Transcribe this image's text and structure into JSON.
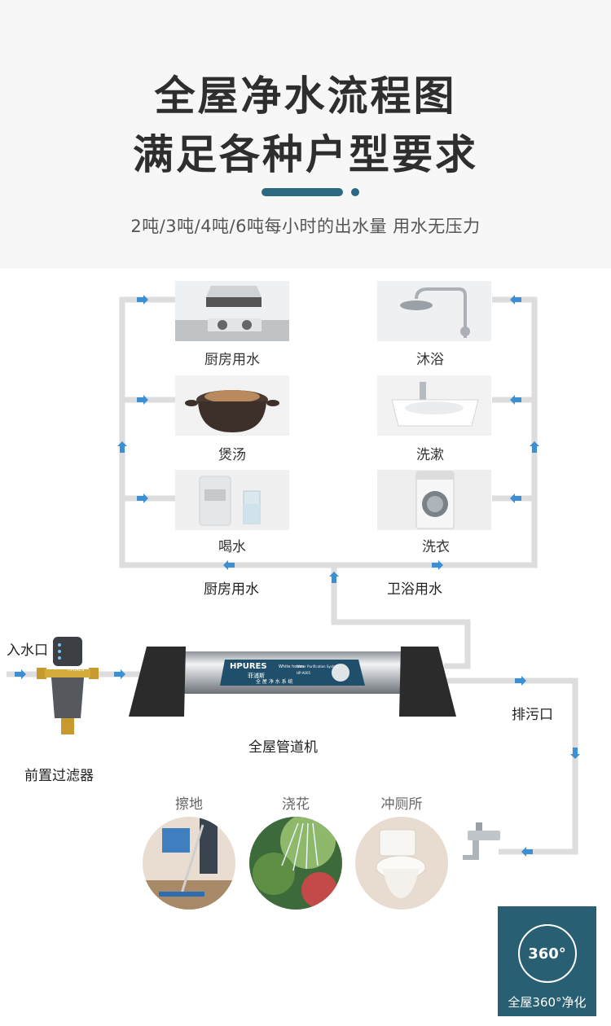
{
  "header": {
    "title_line1": "全屋净水流程图",
    "title_line2": "满足各种户型要求",
    "subtitle": "2吨/3吨/4吨/6吨每小时的出水量 用水无压力"
  },
  "kitchen_items": [
    {
      "label": "厨房用水",
      "icon": "range-hood-stove-icon"
    },
    {
      "label": "煲汤",
      "icon": "clay-pot-icon"
    },
    {
      "label": "喝水",
      "icon": "water-dispenser-icon"
    }
  ],
  "bath_items": [
    {
      "label": "沐浴",
      "icon": "shower-head-icon"
    },
    {
      "label": "洗漱",
      "icon": "wash-basin-icon"
    },
    {
      "label": "洗衣",
      "icon": "washing-machine-icon"
    }
  ],
  "branches": {
    "kitchen": "厨房用水",
    "bathroom": "卫浴用水"
  },
  "inlet_label": "入水口",
  "prefilter": {
    "label": "前置过滤器",
    "brand": "HPURES"
  },
  "main_unit": {
    "label": "全屋管道机",
    "brand": "HPURES",
    "brand_cn": "菲浦斯",
    "series": "White house",
    "system_en": "Water Purification System",
    "model": "HP-A005",
    "system_cn": "全 屋 净 水 系 统"
  },
  "drain_label": "排污口",
  "drain_uses": [
    {
      "label": "擦地",
      "icon": "mop-floor-icon"
    },
    {
      "label": "浇花",
      "icon": "watering-plants-icon"
    },
    {
      "label": "冲厕所",
      "icon": "toilet-icon"
    }
  ],
  "badge": {
    "number": "360°",
    "text": "全屋360°净化"
  },
  "colors": {
    "accent": "#2d6a82",
    "pipe": "#dddddd",
    "arrow": "#3d8fd4",
    "badge_bg": "#285f72"
  }
}
